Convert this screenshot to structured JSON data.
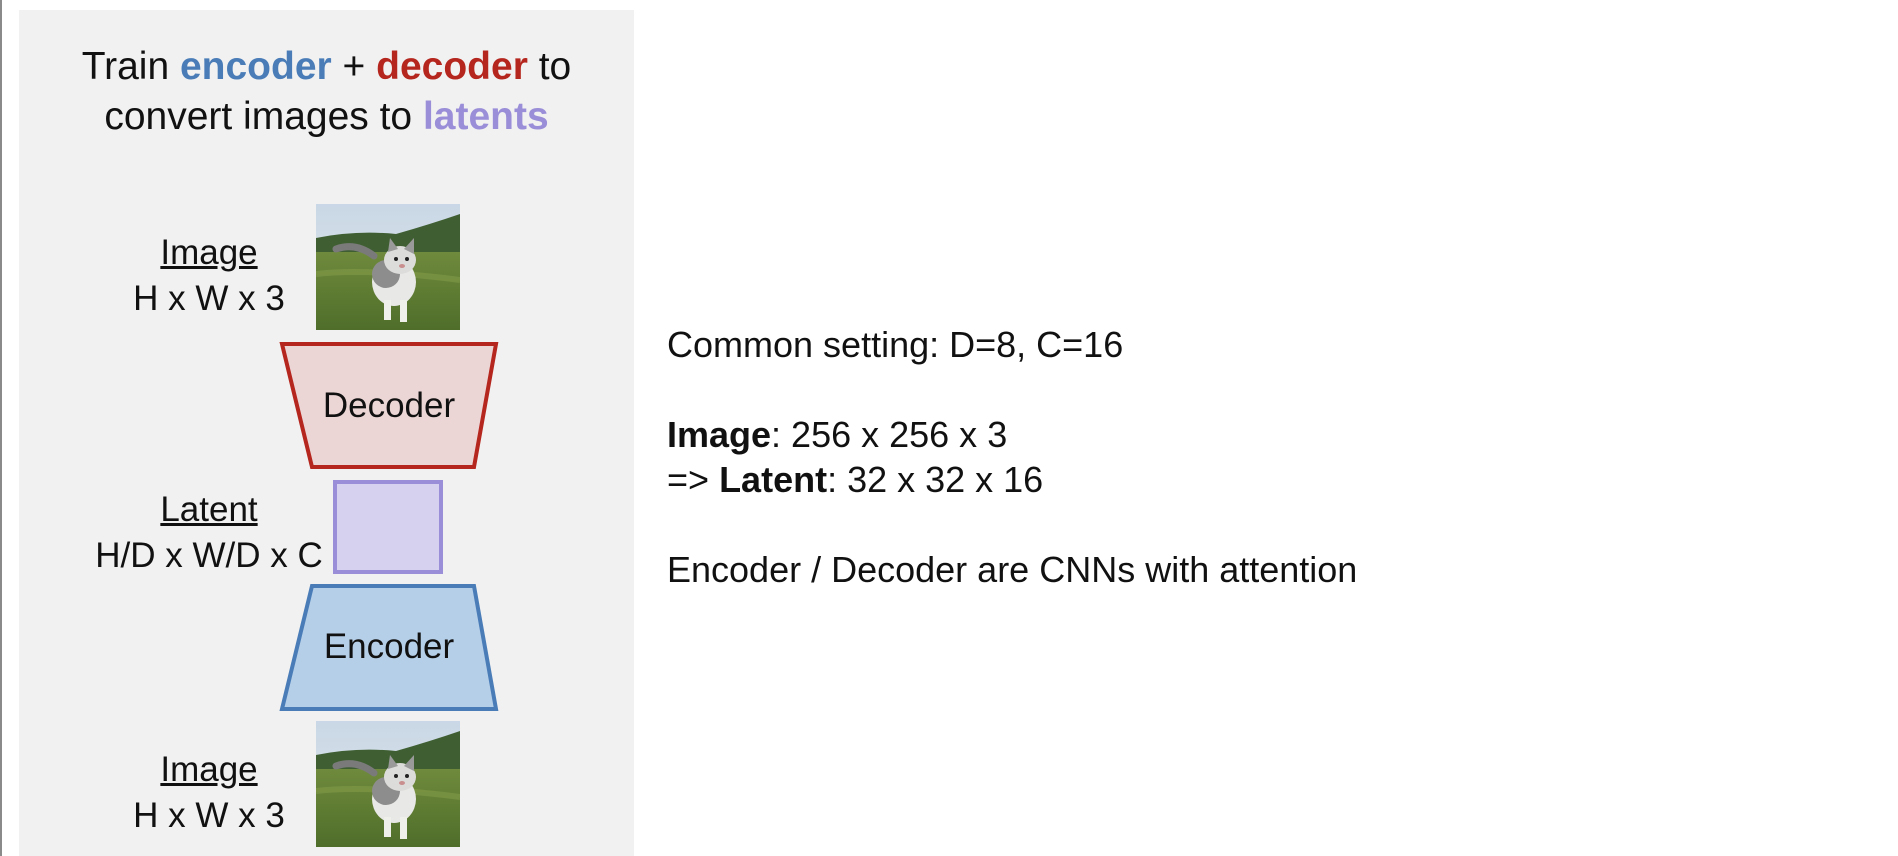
{
  "title": {
    "line1_prefix": "Train ",
    "encoder_word": "encoder",
    "plus": " + ",
    "decoder_word": "decoder",
    "line1_suffix": " to",
    "line2_prefix": "convert images to ",
    "latents_word": "latents"
  },
  "diagram": {
    "top_image": {
      "heading": "Image",
      "dims": "H x W x 3"
    },
    "decoder": {
      "label": "Decoder"
    },
    "latent": {
      "heading": "Latent",
      "dims": "H/D x W/D x C"
    },
    "encoder": {
      "label": "Encoder"
    },
    "bottom_image": {
      "heading": "Image",
      "dims": "H x W x 3"
    }
  },
  "notes": {
    "common_setting": "Common setting: D=8, C=16",
    "image_label": "Image",
    "image_value": ": 256 x 256 x 3",
    "latent_prefix": "=> ",
    "latent_label": "Latent",
    "latent_value": ": 32 x 32 x 16",
    "architecture": "Encoder / Decoder are CNNs with attention"
  },
  "colors": {
    "encoder": "#4a7db8",
    "decoder": "#b5261e",
    "latent": "#9b8ed8",
    "decoder_fill": "#ecd5d5",
    "encoder_fill": "#b6cfe8",
    "latent_fill": "#d6d1ef",
    "panel": "#f1f1f1"
  }
}
